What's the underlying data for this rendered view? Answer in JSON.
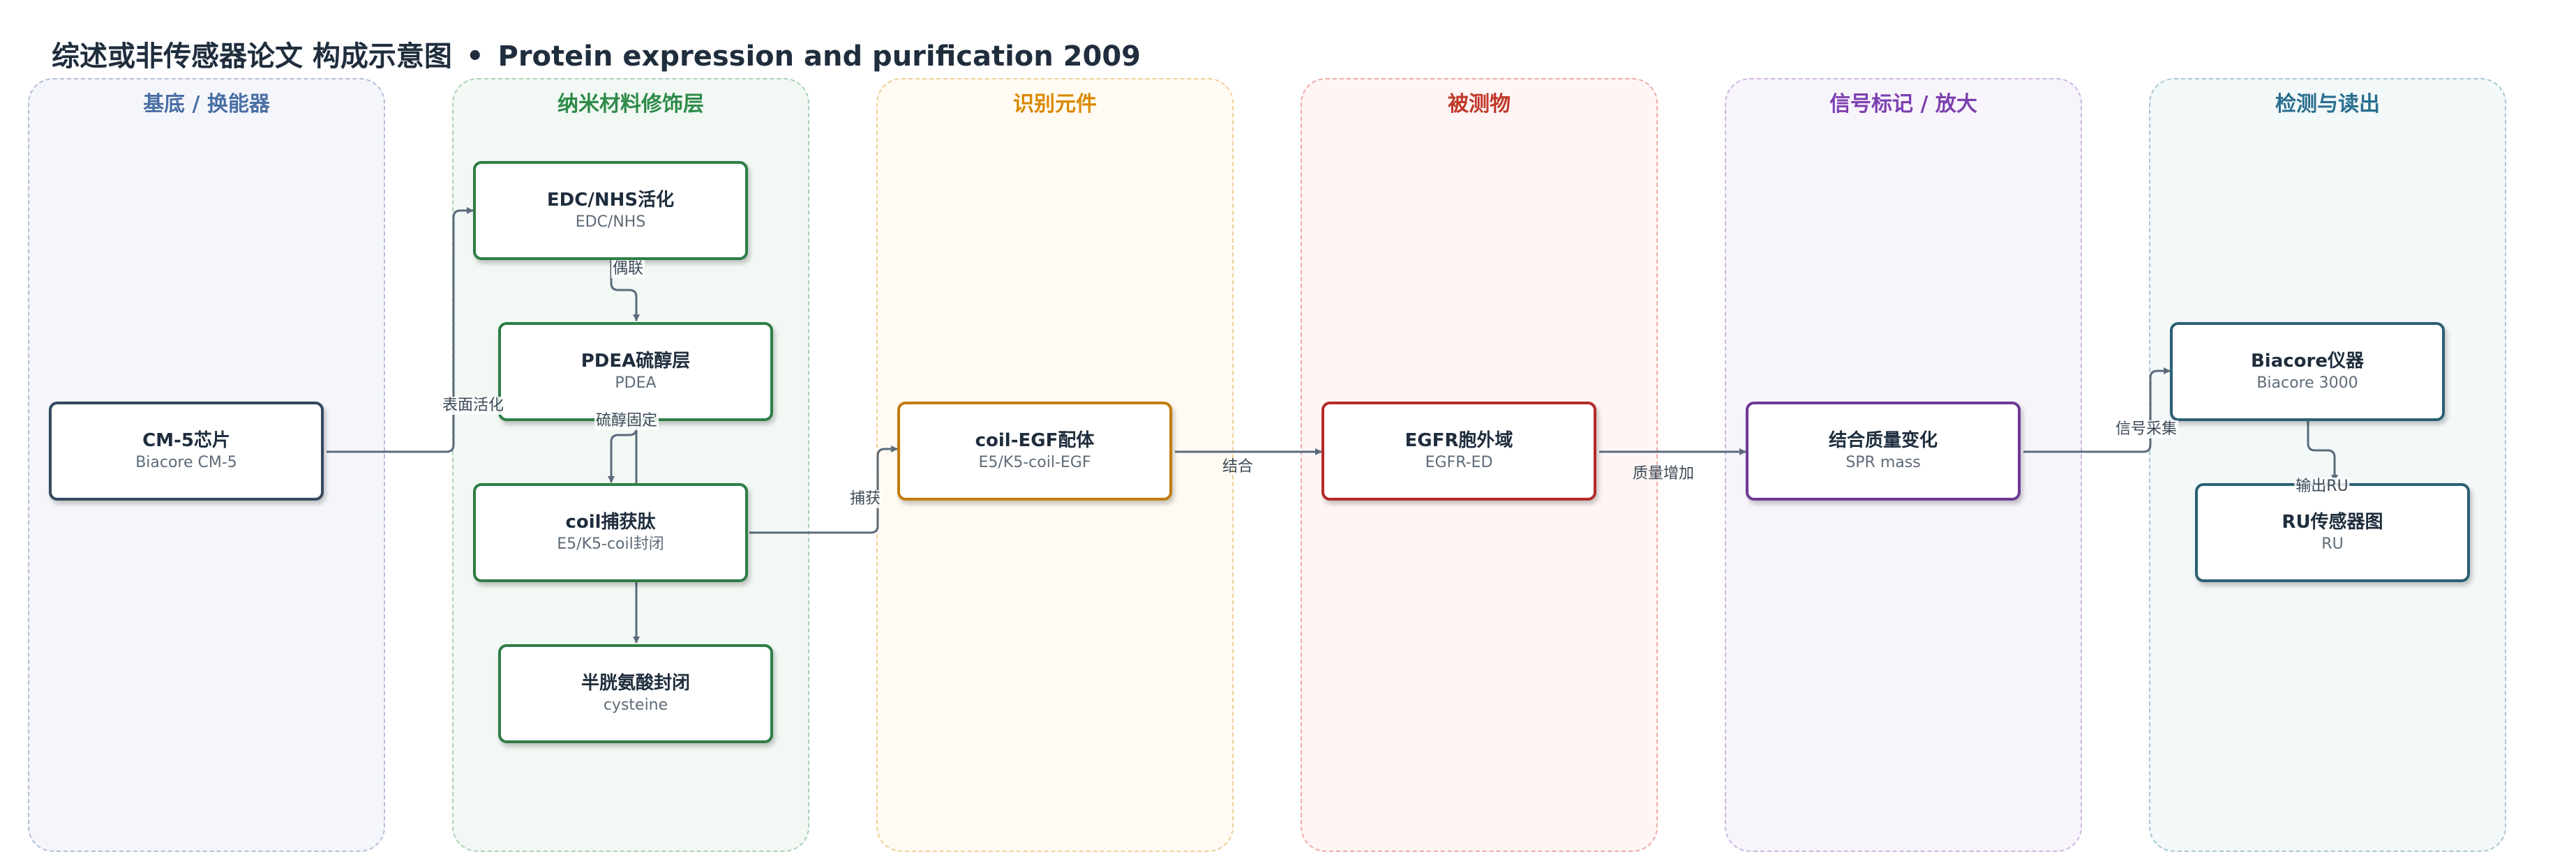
{
  "title": {
    "text": "综述或非传感器论文 构成示意图",
    "separator": "•",
    "subtitle": "Protein expression and purification 2009"
  },
  "lanes": [
    {
      "id": "substrate",
      "label": "基底 / 换能器",
      "color": "#4a6fa5",
      "bg": "#f4f6fb",
      "border": "#b3bfd6"
    },
    {
      "id": "nano",
      "label": "纳米材料修饰层",
      "color": "#2e8b4a",
      "bg": "#f2f8f3",
      "border": "#a8d3b4"
    },
    {
      "id": "recognition",
      "label": "识别元件",
      "color": "#d98a00",
      "bg": "#fffaf2",
      "border": "#f1cf95"
    },
    {
      "id": "analyte",
      "label": "被测物",
      "color": "#c0392b",
      "bg": "#fef5f4",
      "border": "#eeaaa4"
    },
    {
      "id": "signal",
      "label": "信号标记 / 放大",
      "color": "#7d3fb0",
      "bg": "#f8f4fc",
      "border": "#cdb6e3"
    },
    {
      "id": "detection",
      "label": "检测与读出",
      "color": "#2a6f8f",
      "bg": "#f3f8f9",
      "border": "#a7c8d3"
    }
  ],
  "nodes": [
    {
      "id": "cm5",
      "title": "CM-5芯片",
      "sub": "Biacore CM-5",
      "color": "#34495e"
    },
    {
      "id": "edc",
      "title": "EDC/NHS活化",
      "sub": "EDC/NHS",
      "color": "#2e7d46"
    },
    {
      "id": "pdea",
      "title": "PDEA硫醇层",
      "sub": "PDEA",
      "color": "#2e7d46"
    },
    {
      "id": "coil",
      "title": "coil捕获肽",
      "sub": "E5/K5-coil封闭",
      "color": "#2e7d46"
    },
    {
      "id": "cys",
      "title": "半胱氨酸封闭",
      "sub": "cysteine",
      "color": "#2e7d46"
    },
    {
      "id": "coilegf",
      "title": "coil-EGF配体",
      "sub": "E5/K5-coil-EGF",
      "color": "#c27c0e"
    },
    {
      "id": "egfr",
      "title": "EGFR胞外域",
      "sub": "EGFR-ED",
      "color": "#b52a2a"
    },
    {
      "id": "mass",
      "title": "结合质量变化",
      "sub": "SPR mass",
      "color": "#6c3a96"
    },
    {
      "id": "biacore",
      "title": "Biacore仪器",
      "sub": "Biacore 3000",
      "color": "#2c5f74"
    },
    {
      "id": "ru",
      "title": "RU传感器图",
      "sub": "RU",
      "color": "#2c5f74"
    }
  ],
  "edges": [
    {
      "from": "cm5",
      "to": "edc",
      "label": "表面活化"
    },
    {
      "from": "edc",
      "to": "pdea",
      "label": "偶联"
    },
    {
      "from": "pdea",
      "to": "coil",
      "label": "硫醇固定"
    },
    {
      "from": "pdea",
      "to": "cys",
      "label": ""
    },
    {
      "from": "coil",
      "to": "coilegf",
      "label": "捕获"
    },
    {
      "from": "coilegf",
      "to": "egfr",
      "label": "结合"
    },
    {
      "from": "egfr",
      "to": "mass",
      "label": "质量增加"
    },
    {
      "from": "mass",
      "to": "biacore",
      "label": "信号采集"
    },
    {
      "from": "biacore",
      "to": "ru",
      "label": "输出RU"
    }
  ],
  "edge_color": "#5b6b7b"
}
